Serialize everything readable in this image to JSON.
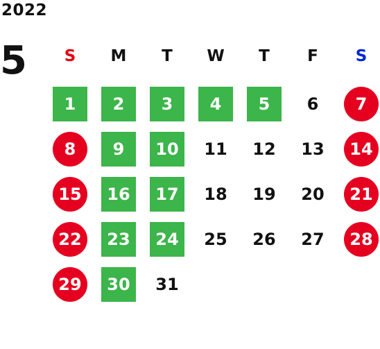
{
  "year": "2022",
  "month": "5",
  "colors": {
    "sunday_header": "#e60012",
    "saturday_header": "#0026d9",
    "holiday_circle": "#e60020",
    "off_square": "#3cb54a",
    "day_text": "#111111",
    "marked_text": "#ffffff"
  },
  "weekdays": [
    {
      "label": "S",
      "kind": "sunday"
    },
    {
      "label": "M",
      "kind": "normal"
    },
    {
      "label": "T",
      "kind": "normal"
    },
    {
      "label": "W",
      "kind": "normal"
    },
    {
      "label": "T",
      "kind": "normal"
    },
    {
      "label": "F",
      "kind": "normal"
    },
    {
      "label": "S",
      "kind": "saturday"
    }
  ],
  "first_weekday_index": 0,
  "days": [
    {
      "n": "1",
      "mark": "green"
    },
    {
      "n": "2",
      "mark": "green"
    },
    {
      "n": "3",
      "mark": "green"
    },
    {
      "n": "4",
      "mark": "green"
    },
    {
      "n": "5",
      "mark": "green"
    },
    {
      "n": "6",
      "mark": "none"
    },
    {
      "n": "7",
      "mark": "red"
    },
    {
      "n": "8",
      "mark": "red"
    },
    {
      "n": "9",
      "mark": "green"
    },
    {
      "n": "10",
      "mark": "green"
    },
    {
      "n": "11",
      "mark": "none"
    },
    {
      "n": "12",
      "mark": "none"
    },
    {
      "n": "13",
      "mark": "none"
    },
    {
      "n": "14",
      "mark": "red"
    },
    {
      "n": "15",
      "mark": "red"
    },
    {
      "n": "16",
      "mark": "green"
    },
    {
      "n": "17",
      "mark": "green"
    },
    {
      "n": "18",
      "mark": "none"
    },
    {
      "n": "19",
      "mark": "none"
    },
    {
      "n": "20",
      "mark": "none"
    },
    {
      "n": "21",
      "mark": "red"
    },
    {
      "n": "22",
      "mark": "red"
    },
    {
      "n": "23",
      "mark": "green"
    },
    {
      "n": "24",
      "mark": "green"
    },
    {
      "n": "25",
      "mark": "none"
    },
    {
      "n": "26",
      "mark": "none"
    },
    {
      "n": "27",
      "mark": "none"
    },
    {
      "n": "28",
      "mark": "red"
    },
    {
      "n": "29",
      "mark": "red"
    },
    {
      "n": "30",
      "mark": "green"
    },
    {
      "n": "31",
      "mark": "none"
    }
  ]
}
